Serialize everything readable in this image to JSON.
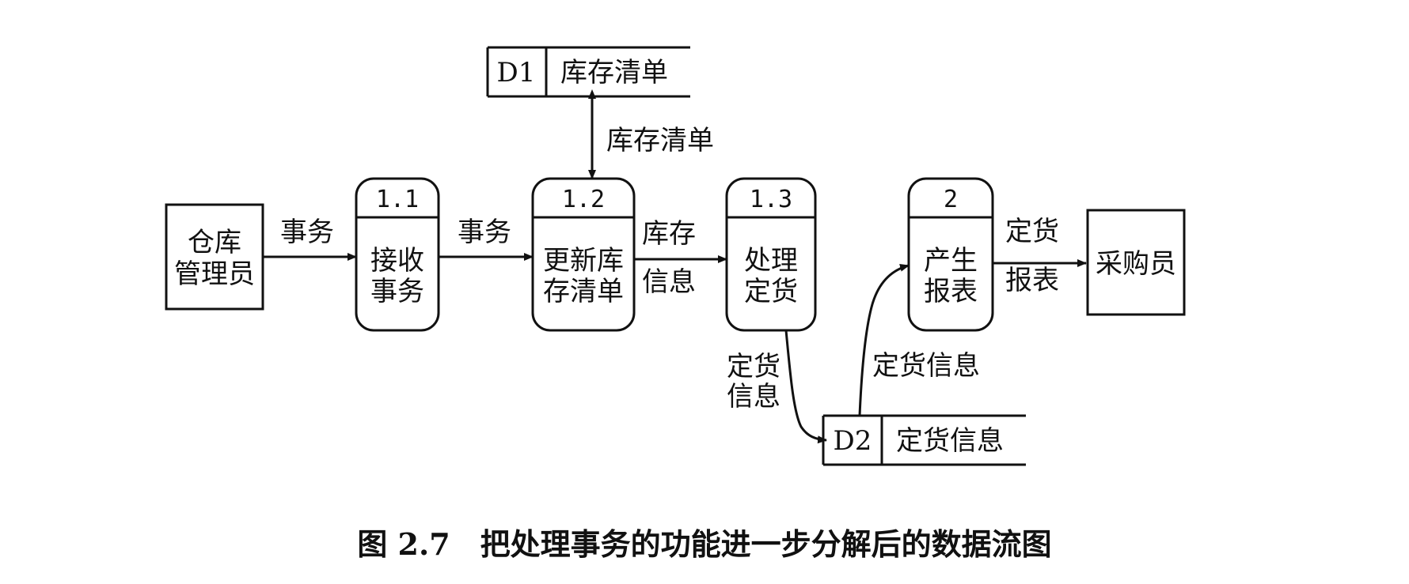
{
  "entities": {
    "warehouse_manager": [
      "仓库",
      "管理员"
    ],
    "buyer": "采购员"
  },
  "processes": {
    "p11": {
      "id": "1.1",
      "lines": [
        "接收",
        "事务"
      ]
    },
    "p12": {
      "id": "1.2",
      "lines": [
        "更新库",
        "存清单"
      ]
    },
    "p13": {
      "id": "1.3",
      "lines": [
        "处理",
        "定货"
      ]
    },
    "p2": {
      "id": "2",
      "lines": [
        "产生",
        "报表"
      ]
    }
  },
  "stores": {
    "d1": {
      "id": "D1",
      "name": "库存清单"
    },
    "d2": {
      "id": "D2",
      "name": "定货信息"
    }
  },
  "flows": {
    "manager_to_11": "事务",
    "p11_to_12": "事务",
    "d1_12": "库存清单",
    "p12_to_13": [
      "库存",
      "信息"
    ],
    "p13_to_d2": [
      "定货",
      "信息"
    ],
    "d2_to_p2": "定货信息",
    "p2_to_buyer": [
      "定货",
      "报表"
    ]
  },
  "caption": "图 2.7　把处理事务的功能进一步分解后的数据流图"
}
